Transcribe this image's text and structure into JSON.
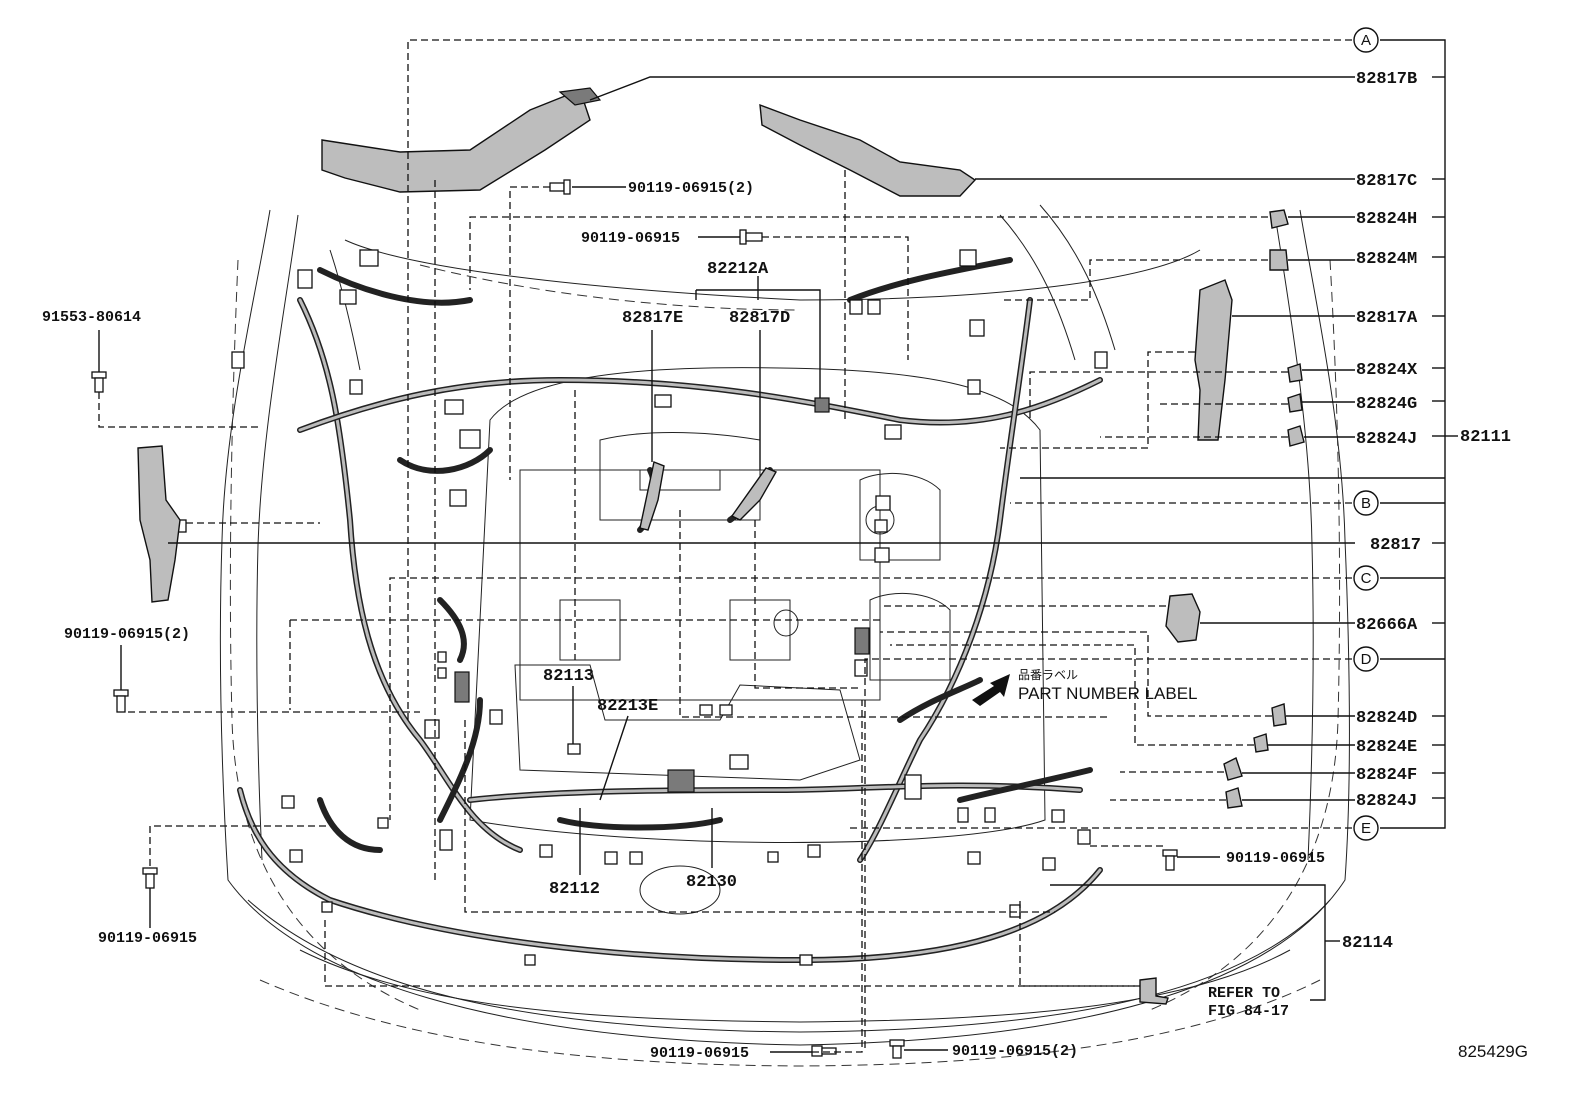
{
  "labels": {
    "l_82817B": "82817B",
    "l_82817C": "82817C",
    "l_82824H": "82824H",
    "l_82824M": "82824M",
    "l_82817A": "82817A",
    "l_82824X": "82824X",
    "l_82824G": "82824G",
    "l_82824J_top": "82824J",
    "l_82111": "82111",
    "l_82817": "82817",
    "l_82666A": "82666A",
    "l_82824D": "82824D",
    "l_82824E": "82824E",
    "l_82824F": "82824F",
    "l_82824J_bot": "82824J",
    "l_82114": "82114",
    "l_82212A": "82212A",
    "l_82817E": "82817E",
    "l_82817D": "82817D",
    "l_82113": "82113",
    "l_82213E": "82213E",
    "l_82112": "82112",
    "l_82130": "82130",
    "l_91553": "91553-80614",
    "l_bolt_top2": "90119-06915(2)",
    "l_bolt_top1": "90119-06915",
    "l_bolt_left2": "90119-06915(2)",
    "l_bolt_left1": "90119-06915",
    "l_bolt_right1": "90119-06915",
    "l_bolt_bot1": "90119-06915",
    "l_bolt_bot2": "90119-06915(2)",
    "l_refer1": "REFER TO",
    "l_refer2": "FIG 84-17",
    "l_jp": "品番ラベル",
    "l_pnl": "PART NUMBER LABEL",
    "l_fig": "825429G"
  },
  "circles": {
    "A": "A",
    "B": "B",
    "C": "C",
    "D": "D",
    "E": "E"
  }
}
